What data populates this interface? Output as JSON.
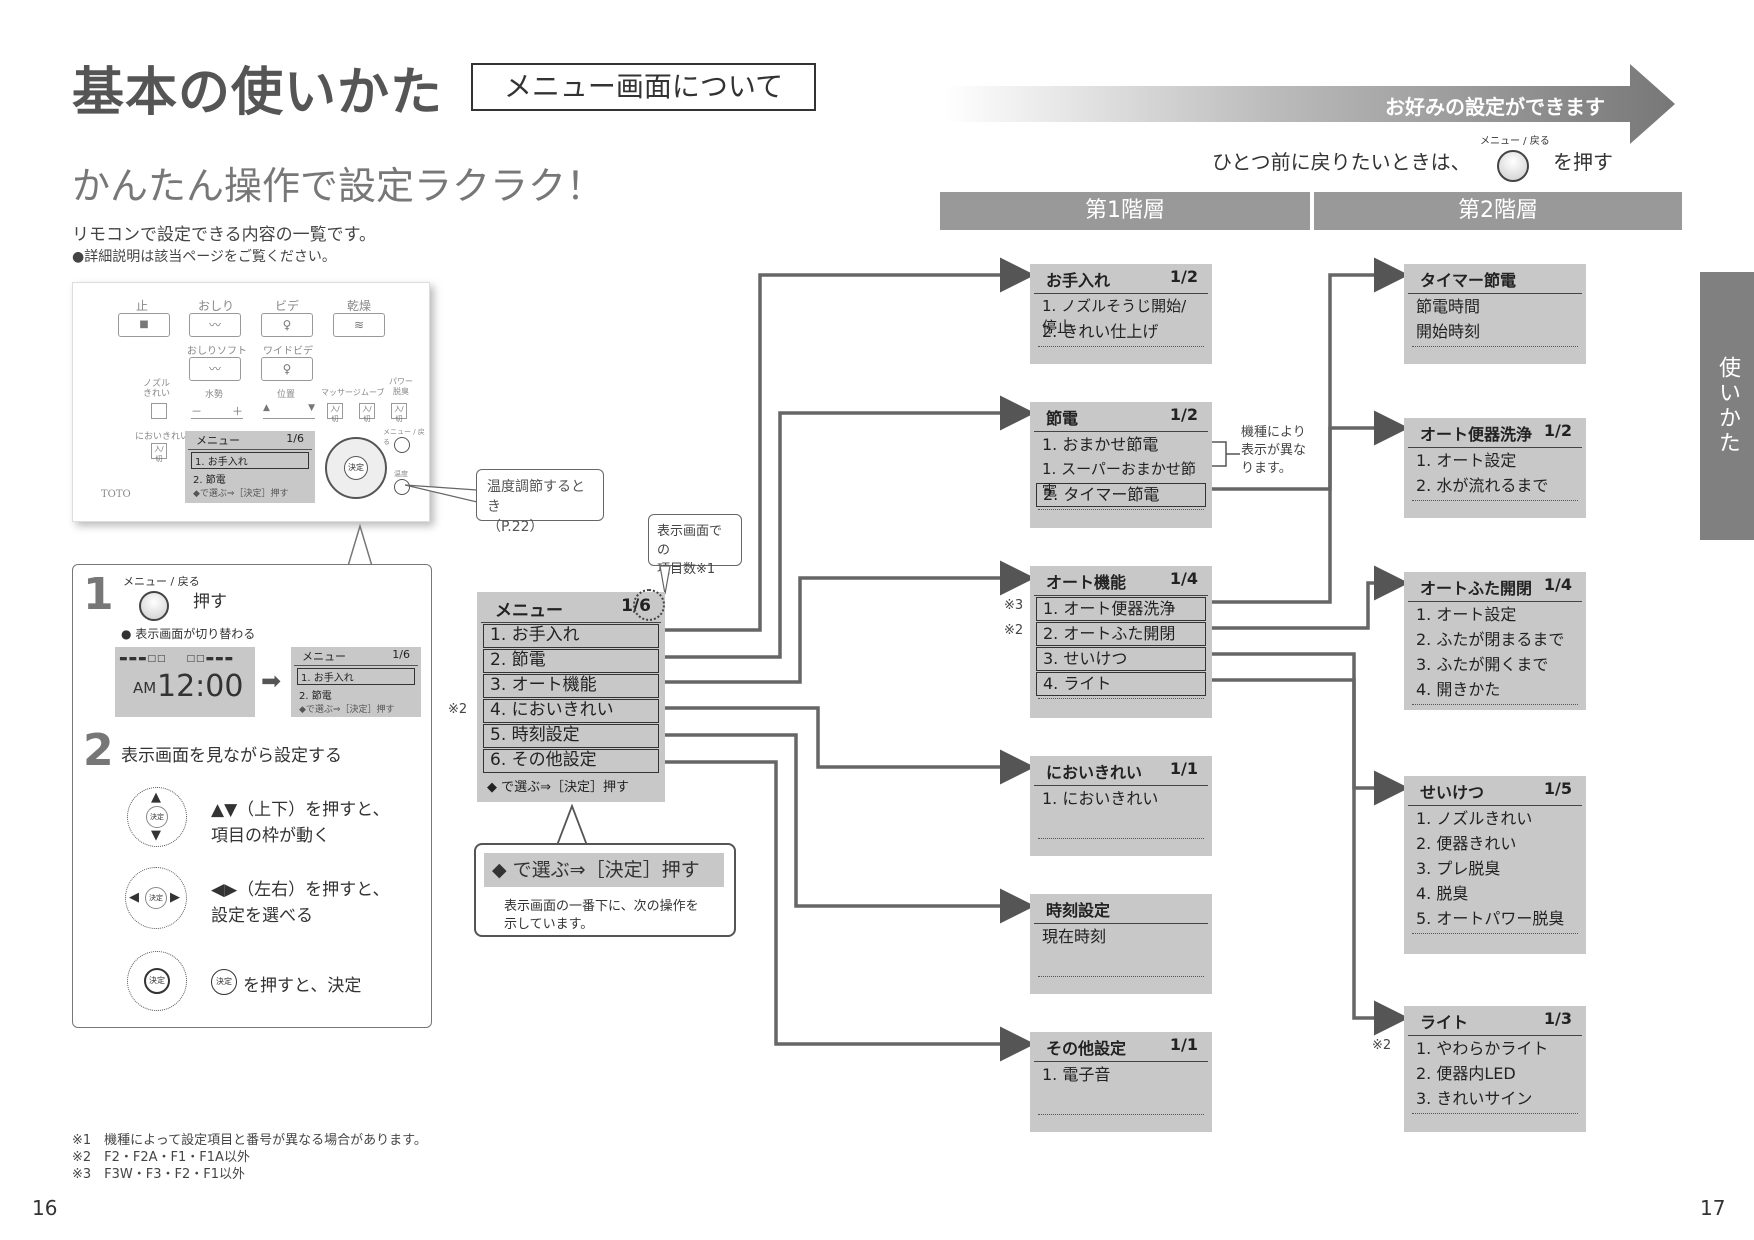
{
  "page": {
    "title": "基本の使いかた",
    "subtitle_box": "メニュー画面について",
    "catch": "かんたん操作で設定ラクラク！",
    "intro1": "リモコンで設定できる内容の一覧です。",
    "intro2": "●詳細説明は該当ページをご覧ください。",
    "banner": "お好みの設定ができます",
    "back_text1": "ひとつ前に戻りたいときは、",
    "back_btn_label": "メニュー / 戻る",
    "back_text2": "を押す",
    "level1": "第1階層",
    "level2": "第2階層",
    "side_tab": "使いかた",
    "page_left": "16",
    "page_right": "17"
  },
  "remote": {
    "stop": "止",
    "oshiri": "おしり",
    "bidet": "ビデ",
    "dry": "乾燥",
    "oshiri_soft": "おしりソフト",
    "wide_bidet": "ワイドビデ",
    "nozzle": "ノズル\nきれい",
    "water": "水勢",
    "position": "位置",
    "massage": "マッサージ",
    "move": "ムーブ",
    "power": "パワー\n脱臭",
    "nioi": "においきれい",
    "menu_back": "メニュー / 戻る",
    "onzai": "温度",
    "brand": "TOTO",
    "menu_title": "メニュー",
    "menu_page": "1/6",
    "menu_item1": "1. お手入れ",
    "menu_item2": "2. 節電",
    "menu_hint": "◆で選ぶ⇒［決定］押す",
    "enter": "決定"
  },
  "callout_temp": {
    "line1": "温度調節するとき",
    "line2": "（P.22）"
  },
  "callout_count": {
    "line1": "表示画面での",
    "line2": "項目数※1"
  },
  "steps": {
    "s1_num": "1",
    "s1_btn": "メニュー / 戻る",
    "s1_push": "押す",
    "s1_note": "● 表示画面が切り替わる",
    "clock_ampm": "AM",
    "clock_time": "12:00",
    "mini_title": "メニュー",
    "mini_page": "1/6",
    "mini_item1": "1. お手入れ",
    "mini_item2": "2. 節電",
    "mini_hint": "◆で選ぶ⇒［決定］押す",
    "s2_num": "2",
    "s2_text": "表示画面を見ながら設定する",
    "op1a": "▲▼（上下）を押すと、",
    "op1b": "項目の枠が動く",
    "op2a": "◀▶（左右）を押すと、",
    "op2b": "設定を選べる",
    "op3_btn": "決定",
    "op3": "を押すと、決定"
  },
  "main_menu": {
    "title": "メニュー",
    "page": "1/6",
    "items": [
      "1. お手入れ",
      "2. 節電",
      "3. オート機能",
      "4. においきれい",
      "5. 時刻設定",
      "6. その他設定"
    ],
    "hint": "◆ で選ぶ⇒［決定］押す",
    "mark4": "※2"
  },
  "hint_box": {
    "title": "◆ で選ぶ⇒［決定］押す",
    "line1": "表示画面の一番下に、次の操作を",
    "line2": "示しています。"
  },
  "l1": {
    "teire": {
      "title": "お手入れ",
      "page": "1/2",
      "items": [
        "1. ノズルそうじ開始/停止",
        "2. きれい仕上げ"
      ]
    },
    "setsuden": {
      "title": "節電",
      "page": "1/2",
      "items": [
        "1. おまかせ節電",
        "1. スーパーおまかせ節電",
        "2. タイマー節電"
      ],
      "note": [
        "機種により",
        "表示が異な",
        "ります。"
      ]
    },
    "auto": {
      "title": "オート機能",
      "page": "1/4",
      "items": [
        "1. オート便器洗浄",
        "2. オートふた開閉",
        "3. せいけつ",
        "4. ライト"
      ],
      "mark1": "※3",
      "mark2": "※2"
    },
    "nioi": {
      "title": "においきれい",
      "page": "1/1",
      "items": [
        "1. においきれい"
      ]
    },
    "jikoku": {
      "title": "時刻設定",
      "page": "",
      "items": [
        "現在時刻"
      ]
    },
    "sonota": {
      "title": "その他設定",
      "page": "1/1",
      "items": [
        "1. 電子音"
      ]
    }
  },
  "l2": {
    "timer": {
      "title": "タイマー節電",
      "page": "",
      "items": [
        "節電時間",
        "開始時刻"
      ]
    },
    "autobenki": {
      "title": "オート便器洗浄",
      "page": "1/2",
      "items": [
        "1. オート設定",
        "2. 水が流れるまで"
      ]
    },
    "autofuta": {
      "title": "オートふた開閉",
      "page": "1/4",
      "items": [
        "1. オート設定",
        "2. ふたが閉まるまで",
        "3. ふたが開くまで",
        "4. 開きかた"
      ]
    },
    "seiketsu": {
      "title": "せいけつ",
      "page": "1/5",
      "items": [
        "1. ノズルきれい",
        "2. 便器きれい",
        "3. プレ脱臭",
        "4. 脱臭",
        "5. オートパワー脱臭"
      ]
    },
    "light": {
      "title": "ライト",
      "page": "1/3",
      "items": [
        "1. やわらかライト",
        "2. 便器内LED",
        "3. きれいサイン"
      ],
      "mark": "※2"
    }
  },
  "footnotes": [
    "※1　機種によって設定項目と番号が異なる場合があります。",
    "※2　F2・F2A・F1・F1A以外",
    "※3　F3W・F3・F2・F1以外"
  ]
}
